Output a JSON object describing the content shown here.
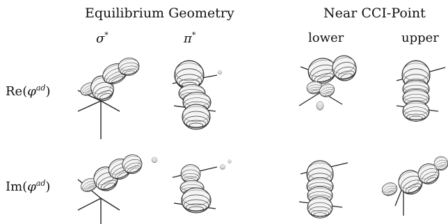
{
  "groups": {
    "equilibrium": "Equilibrium Geometry",
    "near_cci": "Near CCI-Point"
  },
  "columns": {
    "sigma_symbol": "σ",
    "sigma_sup": "*",
    "pi_symbol": "π",
    "pi_sup": "*",
    "lower": "lower",
    "upper": "upper"
  },
  "rows": {
    "re_prefix": "Re(",
    "re_symbol": "φ",
    "re_sup": "ad",
    "re_suffix": ")",
    "im_prefix": "Im(",
    "im_symbol": "φ",
    "im_sup": "ad",
    "im_suffix": ")"
  },
  "colors": {
    "ink": "#222222",
    "fill": "#f4f4f4"
  }
}
